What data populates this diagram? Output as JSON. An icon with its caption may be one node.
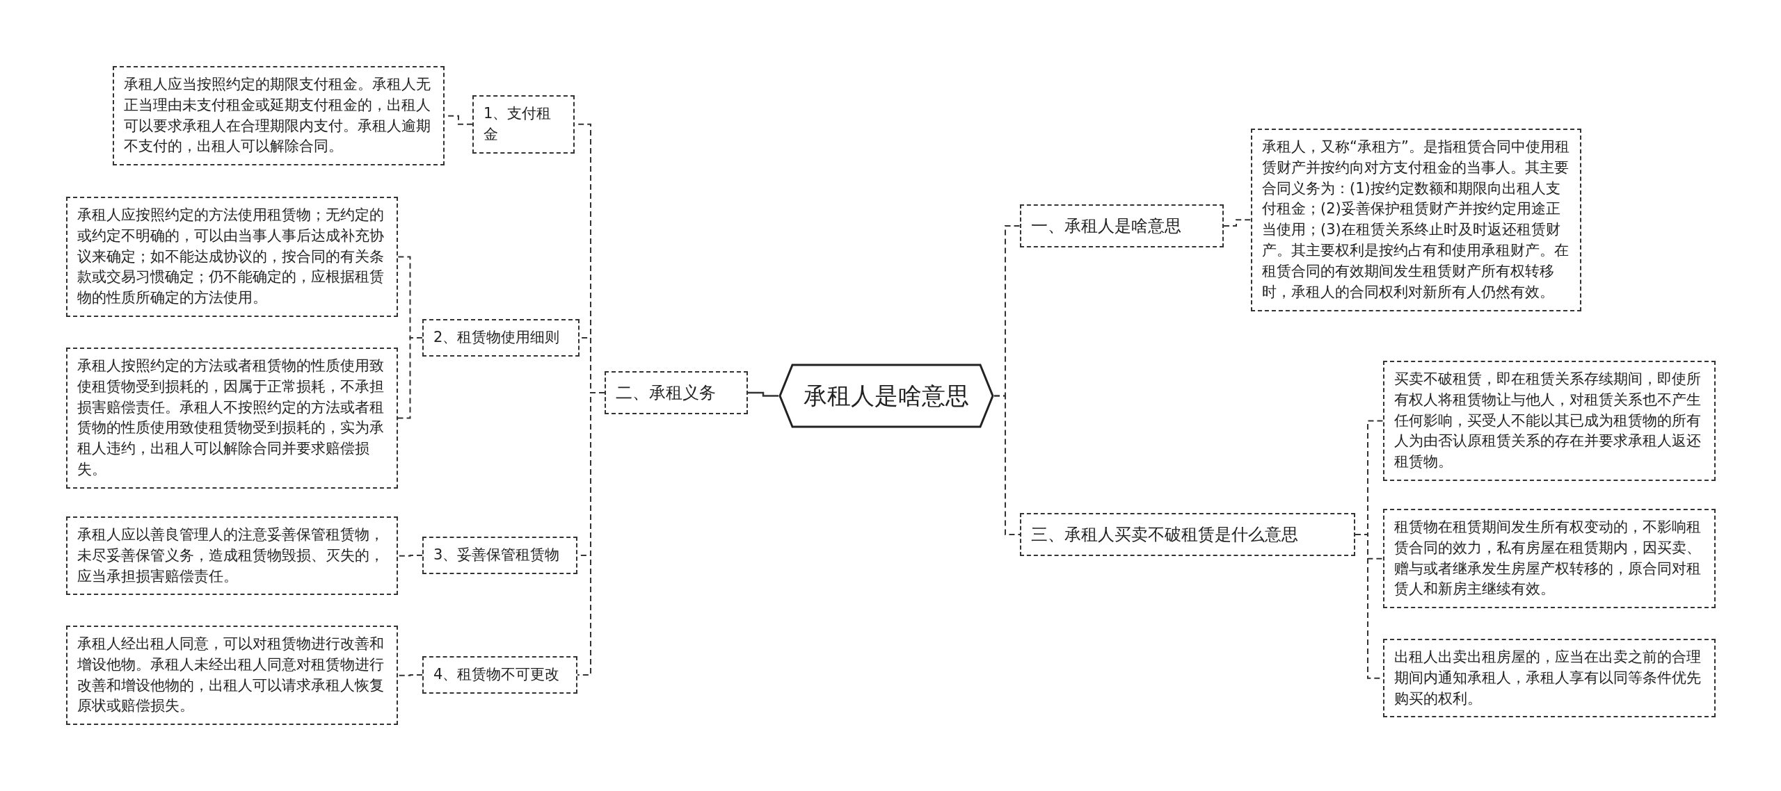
{
  "diagram": {
    "nodes": [
      {
        "text": [
          "承租人是啥意思"
        ]
      },
      {
        "text": [
          "一、承租人是啥意思"
        ]
      },
      {
        "text": [
          "承租人，又称“承租方”。是指租赁合同中使用租赁财产并按约向对方支付租金的当事人。其主要合同义务为：(1)按约定数额和期限向出租人支付租金；(2)妥善保护租赁财产并按约定用途正当使用；(3)在租赁关系终止时及时返还租赁财产。其主要权利是按约占有和使用承租财产。在租赁合同的有效期间发生租赁财产所有权转移时，承租人的合同权利对新所有人仍然有效。"
        ]
      },
      {
        "text": [
          "二、承租义务"
        ]
      },
      {
        "text": [
          "1、支付租金"
        ]
      },
      {
        "text": [
          "承租人应当按照约定的期限支付租金。承租人无正当理由未支付租金或延期支付租金的，出租人可以要求承租人在合理期限内支付。承租人逾期不支付的，出租人可以解除合同。"
        ]
      },
      {
        "text": [
          "2、租赁物使用细则"
        ]
      },
      {
        "text": [
          "承租人应按照约定的方法使用租赁物；无约定的或约定不明确的，可以由当事人事后达成补充协议来确定；如不能达成协议的，按合同的有关条款或交易习惯确定；仍不能确定的，应根据租赁物的性质所确定的方法使用。"
        ]
      },
      {
        "text": [
          "承租人按照约定的方法或者租赁物的性质使用致使租赁物受到损耗的，因属于正常损耗，不承担损害赔偿责任。承租人不按照约定的方法或者租赁物的性质使用致使租赁物受到损耗的，实为承租人违约，出租人可以解除合同并要求赔偿损失。"
        ]
      },
      {
        "text": [
          "3、妥善保管租赁物"
        ]
      },
      {
        "text": [
          "承租人应以善良管理人的注意妥善保管租赁物，未尽妥善保管义务，造成租赁物毁损、灭失的，应当承担损害赔偿责任。"
        ]
      },
      {
        "text": [
          "4、租赁物不可更改"
        ]
      },
      {
        "text": [
          "承租人经出租人同意，可以对租赁物进行改善和增设他物。承租人未经出租人同意对租赁物进行改善和增设他物的，出租人可以请求承租人恢复原状或赔偿损失。"
        ]
      },
      {
        "text": [
          "三、承租人买卖不破租赁是什么意思"
        ]
      },
      {
        "text": [
          "买卖不破租赁，即在租赁关系存续期间，即使所有权人将租赁物让与他人，对租赁关系也不产生任何影响，买受人不能以其已成为租赁物的所有人为由否认原租赁关系的存在并要求承租人返还租赁物。"
        ]
      },
      {
        "text": [
          "租赁物在租赁期间发生所有权变动的，不影响租赁合同的效力，私有房屋在租赁期内，因买卖、赠与或者继承发生房屋产权转移的，原合同对租赁人和新房主继续有效。"
        ]
      },
      {
        "text": [
          "出租人出卖出租房屋的，应当在出卖之前的合理期间内通知承租人，承租人享有以同等条件优先购买的权利。"
        ]
      }
    ],
    "edges": [
      {
        "from": 0,
        "to": 1,
        "arrow": "none",
        "style": "dashed"
      },
      {
        "from": 0,
        "to": 3,
        "arrow": "none"
      },
      {
        "from": 0,
        "to": 13,
        "arrow": "none",
        "style": "dashed"
      },
      {
        "from": 1,
        "to": 2,
        "arrow": "none",
        "style": "dashed"
      },
      {
        "from": 3,
        "to": 4,
        "arrow": "none",
        "style": "dashed"
      },
      {
        "from": 3,
        "to": 6,
        "arrow": "none",
        "style": "dashed"
      },
      {
        "from": 3,
        "to": 9,
        "arrow": "none",
        "style": "dashed"
      },
      {
        "from": 3,
        "to": 11,
        "arrow": "none",
        "style": "dashed"
      },
      {
        "from": 4,
        "to": 5,
        "arrow": "none",
        "style": "dashed"
      },
      {
        "from": 6,
        "to": 7,
        "arrow": "none",
        "style": "dashed"
      },
      {
        "from": 6,
        "to": 8,
        "arrow": "none",
        "style": "dashed"
      },
      {
        "from": 9,
        "to": 10,
        "arrow": "none",
        "style": "dashed"
      },
      {
        "from": 11,
        "to": 12,
        "arrow": "none",
        "style": "dashed"
      },
      {
        "from": 13,
        "to": 14,
        "arrow": "none",
        "style": "dashed"
      },
      {
        "from": 13,
        "to": 15,
        "arrow": "none",
        "style": "dashed"
      },
      {
        "from": 13,
        "to": 16,
        "arrow": "none",
        "style": "dashed"
      }
    ]
  }
}
